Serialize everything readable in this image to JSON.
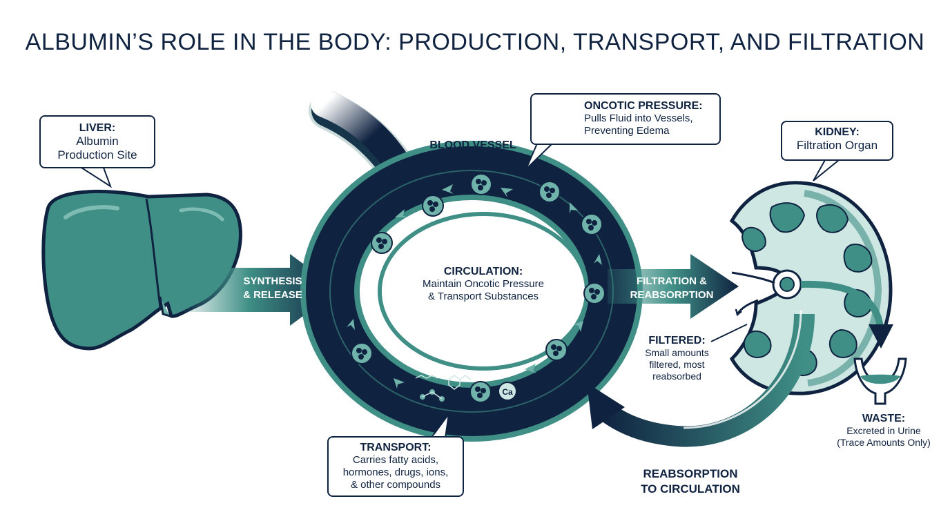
{
  "title": "ALBUMIN’S ROLE IN THE BODY: PRODUCTION, TRANSPORT, AND FILTRATION",
  "liver": {
    "heading": "LIVER:",
    "line1": "Albumin",
    "line2": "Production Site"
  },
  "synthesis": {
    "line1": "SYNTHESIS",
    "line2": "& RELEASE"
  },
  "blood_vessel": "BLOOD VESSEL",
  "oncotic": {
    "heading": "ONCOTIC PRESSURE:",
    "line1": "Pulls Fluid into Vessels,",
    "line2": "Preventing Edema"
  },
  "circulation": {
    "heading": "CIRCULATION:",
    "line1": "Maintain Oncotic Pressure",
    "line2": "& Transport Substances"
  },
  "transport": {
    "heading": "TRANSPORT:",
    "line1": "Carries fatty acids,",
    "line2": "hormones, drugs, ions,",
    "line3": "& other compounds"
  },
  "calcium_label": "Ca",
  "filtration": {
    "line1": "FILTRATION &",
    "line2": "REABSORPTION"
  },
  "kidney": {
    "heading": "KIDNEY:",
    "line1": "Filtration Organ"
  },
  "filtered": {
    "heading": "FILTERED:",
    "line1": "Small amounts",
    "line2": "filtered, most",
    "line3": "reabsorbed"
  },
  "waste": {
    "heading": "WASTE:",
    "line1": "Excreted in Urine",
    "line2": "(Trace Amounts Only)"
  },
  "reabsorption": {
    "line1": "REABSORPTION",
    "line2": "TO CIRCULATION"
  },
  "colors": {
    "navy": "#0f2240",
    "teal": "#3f8f86",
    "teal_light": "#6fb3aa",
    "teal_pale": "#cfe7e3"
  }
}
